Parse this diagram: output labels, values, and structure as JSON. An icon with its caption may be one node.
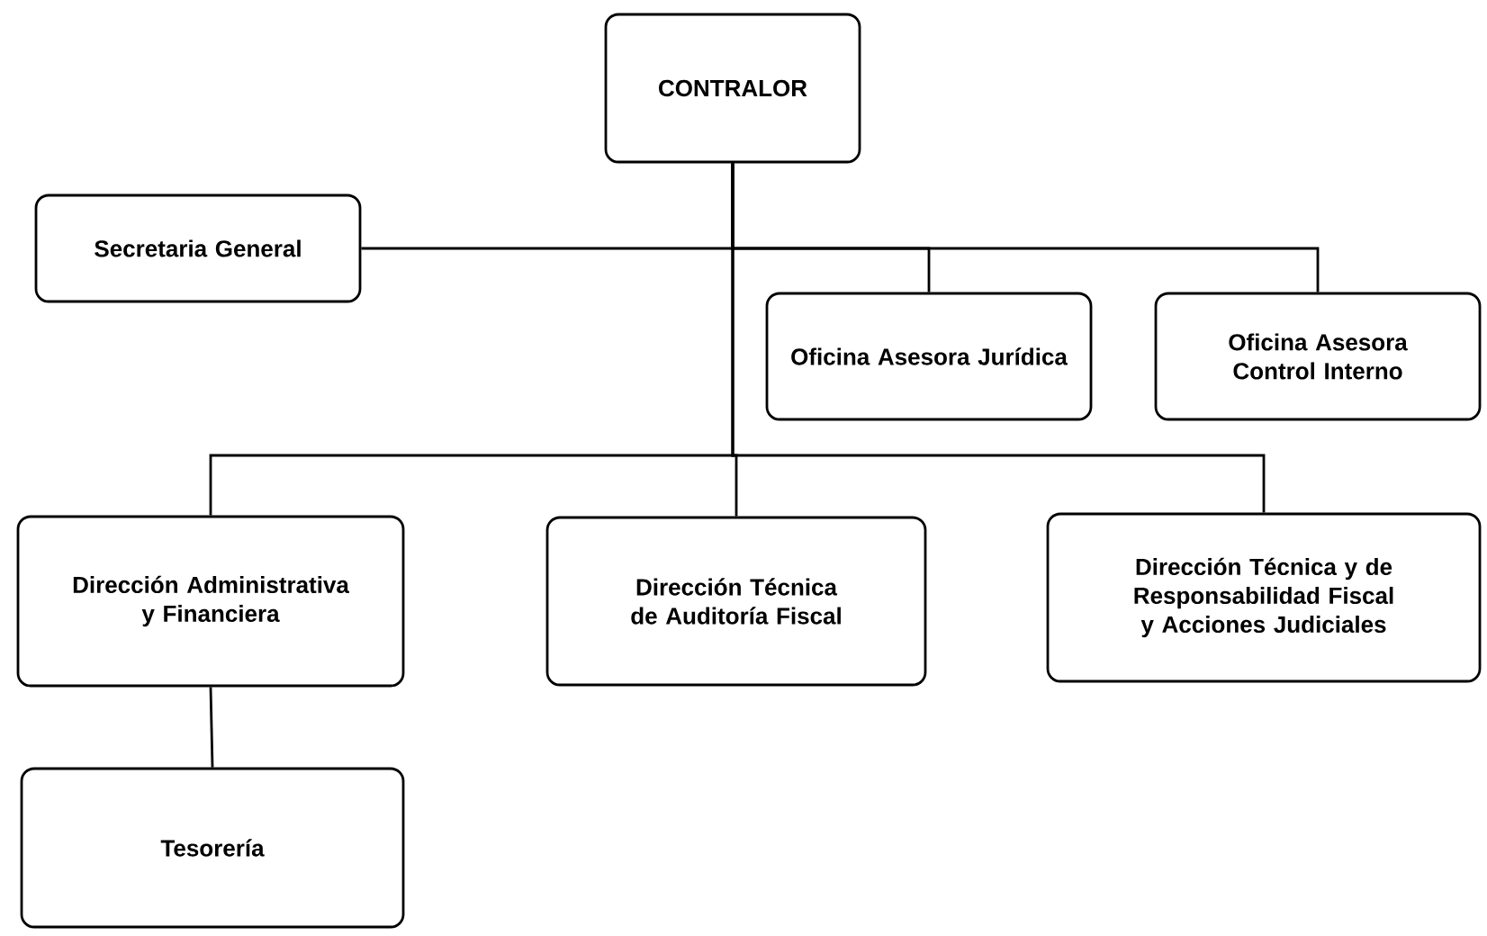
{
  "diagram": {
    "nodes": [
      {
        "text": [
          "CONTRALOR"
        ]
      },
      {
        "text": [
          "Secretaria General"
        ]
      },
      {
        "text": [
          "Oficina Asesora Jurídica"
        ]
      },
      {
        "text": [
          "Oficina Asesora Control Interno"
        ]
      },
      {
        "text": [
          "Dirección Administrativa y Financiera"
        ]
      },
      {
        "text": [
          "Dirección Técnica de Auditoría Fiscal"
        ]
      },
      {
        "text": [
          "Dirección Técnica y de Responsabilidad Fiscal y Acciones Judiciales"
        ]
      },
      {
        "text": [
          "Tesorería"
        ]
      }
    ],
    "edges": [
      {
        "from": 0,
        "to": 1,
        "arrow": "none"
      },
      {
        "from": 0,
        "to": 2,
        "arrow": "none"
      },
      {
        "from": 0,
        "to": 3,
        "arrow": "none"
      },
      {
        "from": 0,
        "to": 4,
        "arrow": "none"
      },
      {
        "from": 0,
        "to": 5,
        "arrow": "none"
      },
      {
        "from": 0,
        "to": 6,
        "arrow": "none"
      },
      {
        "from": 4,
        "to": 7,
        "arrow": "none"
      }
    ]
  }
}
